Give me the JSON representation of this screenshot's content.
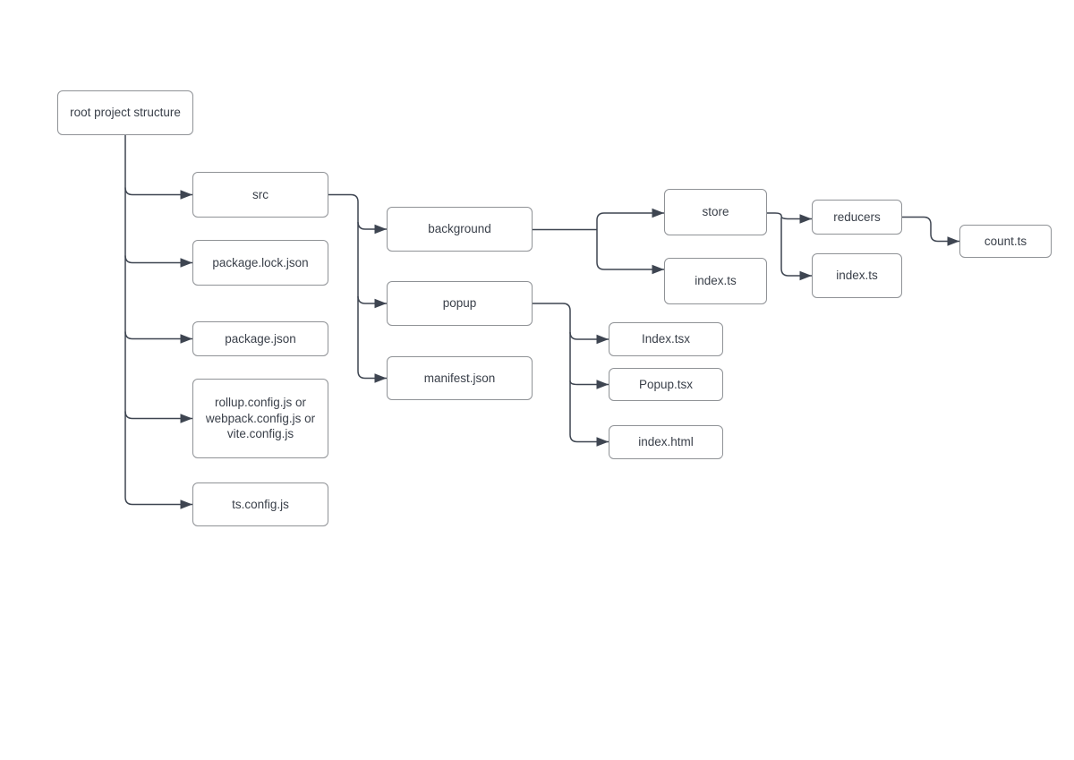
{
  "diagram": {
    "colors": {
      "connector": "#3e4551",
      "box_border": "#8f9296",
      "text": "#3a404a",
      "canvas": "#ffffff"
    },
    "nodes": {
      "root": {
        "label": "root project structure"
      },
      "src": {
        "label": "src"
      },
      "package_lock": {
        "label": "package.lock.json"
      },
      "package_json": {
        "label": "package.json"
      },
      "bundler_config": {
        "label": "rollup.config.js or webpack.config.js or vite.config.js"
      },
      "ts_config": {
        "label": "ts.config.js"
      },
      "background_dir": {
        "label": "background"
      },
      "popup_dir": {
        "label": "popup"
      },
      "manifest": {
        "label": "manifest.json"
      },
      "store_dir": {
        "label": "store"
      },
      "index_ts_background": {
        "label": "index.ts"
      },
      "index_tsx": {
        "label": "Index.tsx"
      },
      "popup_tsx": {
        "label": "Popup.tsx"
      },
      "index_html": {
        "label": "index.html"
      },
      "reducers_dir": {
        "label": "reducers"
      },
      "index_ts_store": {
        "label": "index.ts"
      },
      "count_ts": {
        "label": "count.ts"
      }
    },
    "edges": [
      {
        "from": "root",
        "to": "src"
      },
      {
        "from": "root",
        "to": "package_lock"
      },
      {
        "from": "root",
        "to": "package_json"
      },
      {
        "from": "root",
        "to": "bundler_config"
      },
      {
        "from": "root",
        "to": "ts_config"
      },
      {
        "from": "src",
        "to": "background_dir"
      },
      {
        "from": "src",
        "to": "popup_dir"
      },
      {
        "from": "src",
        "to": "manifest"
      },
      {
        "from": "background_dir",
        "to": "store_dir"
      },
      {
        "from": "background_dir",
        "to": "index_ts_background"
      },
      {
        "from": "store_dir",
        "to": "reducers_dir"
      },
      {
        "from": "store_dir",
        "to": "index_ts_store"
      },
      {
        "from": "reducers_dir",
        "to": "count_ts"
      },
      {
        "from": "popup_dir",
        "to": "index_tsx"
      },
      {
        "from": "popup_dir",
        "to": "popup_tsx"
      },
      {
        "from": "popup_dir",
        "to": "index_html"
      }
    ]
  }
}
